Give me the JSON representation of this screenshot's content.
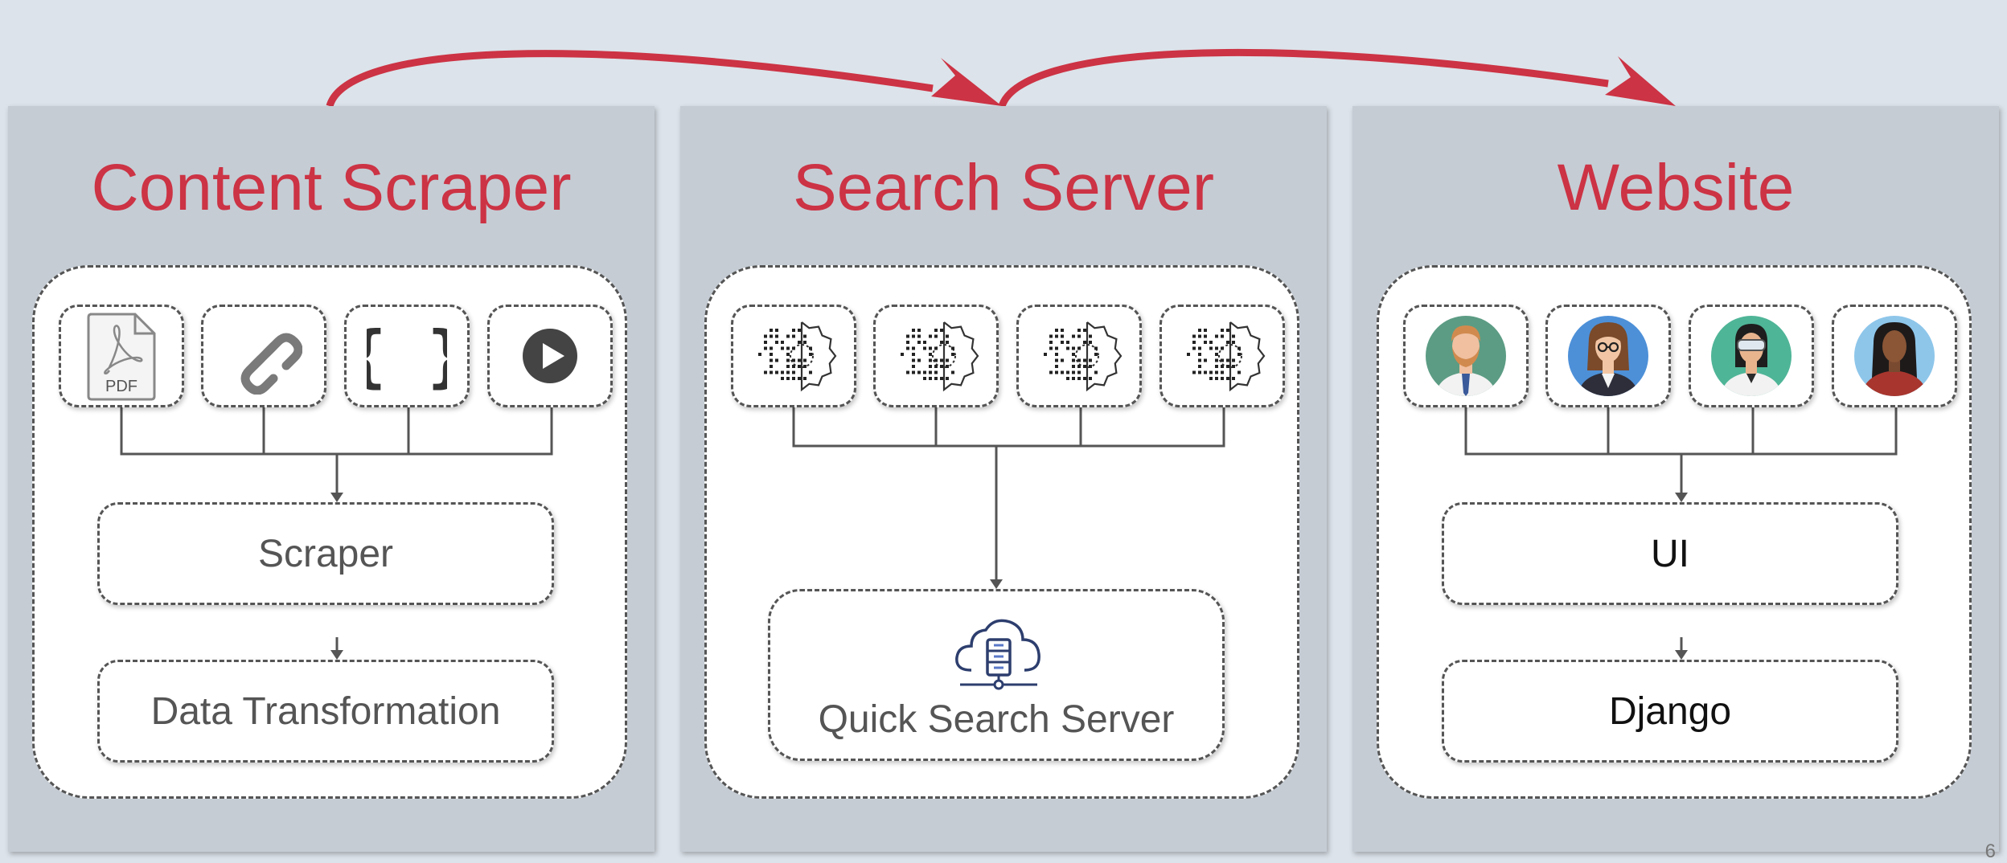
{
  "colors": {
    "title": "#cc3344",
    "arrow": "#cc3344",
    "panel": "#c5ccd4",
    "background": "#dce3ea"
  },
  "panels": {
    "scraper": {
      "title": "Content Scraper",
      "sources": [
        {
          "icon": "pdf-file-icon",
          "text": "PDF"
        },
        {
          "icon": "link-icon"
        },
        {
          "icon": "json-braces-icon",
          "text": "{ }"
        },
        {
          "icon": "video-play-icon"
        }
      ],
      "steps": [
        "Scraper",
        "Data Transformation"
      ]
    },
    "search": {
      "title": "Search Server",
      "nodes": [
        "gear-dots-icon",
        "gear-dots-icon",
        "gear-dots-icon",
        "gear-dots-icon"
      ],
      "server_label": "Quick Search Server",
      "server_icon": "cloud-server-icon"
    },
    "website": {
      "title": "Website",
      "users": [
        "user-avatar-bearded-man-icon",
        "user-avatar-woman-glasses-icon",
        "user-avatar-woman-vr-icon",
        "user-avatar-woman-dark-icon"
      ],
      "steps": [
        "UI",
        "Django"
      ]
    }
  },
  "page_number": "6"
}
